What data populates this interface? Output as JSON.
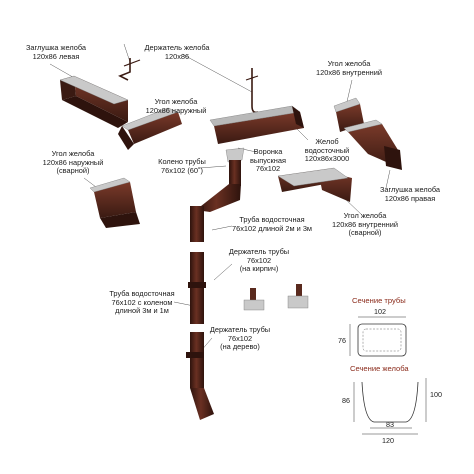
{
  "labels": {
    "cap_left": [
      "Заглушка желоба",
      "120х86 левая"
    ],
    "holder_gutter": [
      "Держатель желоба",
      "120х86"
    ],
    "corner_ext": [
      "Угол желоба",
      "120х86 наружный"
    ],
    "corner_int": [
      "Угол желоба",
      "120х86 внутренний"
    ],
    "corner_ext_welded": [
      "Угол желоба",
      "120х86 наружный",
      "(сварной)"
    ],
    "elbow": [
      "Колено трубы",
      "76х102 (60˚)"
    ],
    "funnel": [
      "Воронка",
      "выпускная",
      "76х102"
    ],
    "gutter": [
      "Желоб",
      "водосточный",
      "120х86х3000"
    ],
    "cap_right": [
      "Заглушка желоба",
      "120х86 правая"
    ],
    "corner_int_welded": [
      "Угол желоба",
      "120х86 внутренний",
      "(сварной)"
    ],
    "pipe": [
      "Труба водосточная",
      "76х102 длиной 2м и 3м"
    ],
    "holder_brick": [
      "Держатель трубы",
      "76х102",
      "(на кирпич)"
    ],
    "pipe_elbow": [
      "Труба водосточная",
      "76х102 с коленом",
      "длиной 3м и 1м"
    ],
    "holder_wood": [
      "Держатель трубы",
      "76х102",
      "(на дерево)"
    ]
  },
  "section_pipe": {
    "title": "Сечение трубы",
    "width": "102",
    "height": "76"
  },
  "section_gutter": {
    "title": "Сечение желоба",
    "left_height": "86",
    "right_height": "100",
    "top_width": "83",
    "bottom_width": "120"
  },
  "colors": {
    "metal": "#4a2219",
    "metal_light": "#7a3a2a",
    "metal_dark": "#2e130d",
    "grey": "#a9a9a9",
    "accent": "#8a2a1a"
  }
}
